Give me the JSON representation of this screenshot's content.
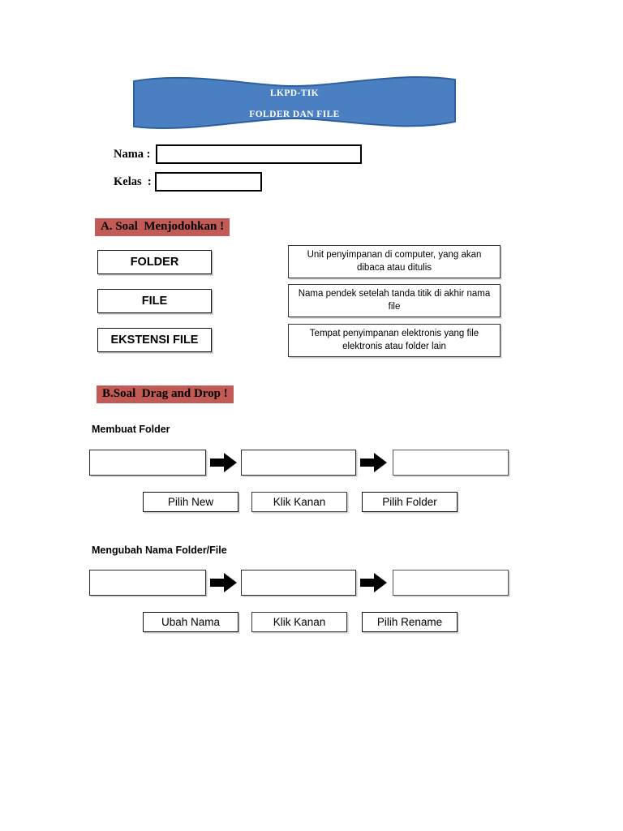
{
  "banner": {
    "line1": "LKPD-TIK",
    "line2": "FOLDER DAN FILE",
    "fill_color": "#4a7fc1",
    "stroke_color": "#2e5f9e",
    "text_color": "#ffffff"
  },
  "identity": {
    "name_label": "Nama :",
    "name_value": "",
    "class_label": "Kelas  :",
    "class_value": ""
  },
  "section_a": {
    "heading": "A. Soal  Menjodohkan !",
    "highlight_color": "#c25b55",
    "terms": [
      {
        "label": "FOLDER"
      },
      {
        "label": "FILE"
      },
      {
        "label": "EKSTENSI FILE"
      }
    ],
    "definitions": [
      {
        "text": "Unit penyimpanan di computer, yang akan dibaca atau ditulis"
      },
      {
        "text": "Nama pendek setelah tanda titik di akhir nama file"
      },
      {
        "text": "Tempat penyimpanan elektronis yang file elektronis atau folder lain"
      }
    ]
  },
  "section_b": {
    "heading": "B.Soal  Drag and Drop !",
    "highlight_color": "#c25b55",
    "exercises": [
      {
        "title": "Membuat Folder",
        "slots": [
          "",
          "",
          ""
        ],
        "options": [
          "Pilih New",
          "Klik Kanan",
          "Pilih Folder"
        ]
      },
      {
        "title": "Mengubah Nama Folder/File",
        "slots": [
          "",
          "",
          ""
        ],
        "options": [
          "Ubah Nama",
          "Klik Kanan",
          "Pilih Rename"
        ]
      }
    ]
  },
  "icons": {
    "arrow": "right-arrow-icon"
  }
}
